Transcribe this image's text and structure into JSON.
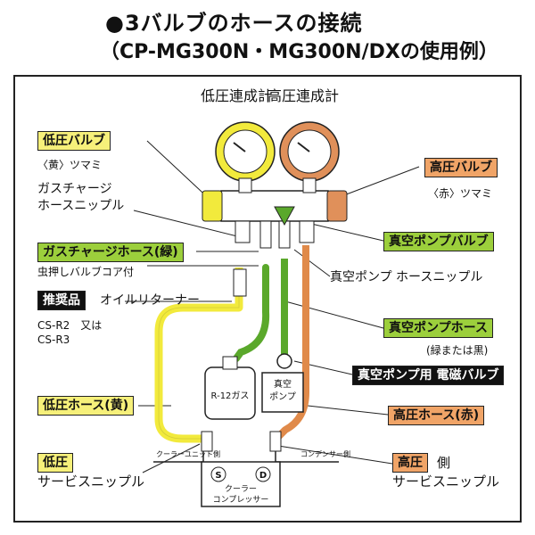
{
  "header": {
    "title": "●3バルブのホースの接続",
    "subtitle": "（CP-MG300N・MG300N/DXの使用例）"
  },
  "gauges": {
    "low": "低圧連成計",
    "high": "高圧連成計"
  },
  "labels": {
    "low_valve": "低圧バルブ",
    "low_knob": "〈黄〉ツマミ",
    "gas_nipple_1": "ガスチャージ",
    "gas_nipple_2": "ホースニップル",
    "gas_hose": "ガスチャージホース(緑)",
    "core_pusher": "虫押しバルブコア付",
    "recommended": "推奨品",
    "oil_returner": "オイルリターナー",
    "model_1": "CS-R2　又は",
    "model_2": "CS-R3",
    "low_hose": "低圧ホース(黄)",
    "low_svc_tag": "低圧",
    "low_svc": "サービスニップル",
    "high_valve": "高圧バルブ",
    "high_knob": "〈赤〉ツマミ",
    "vac_valve": "真空ポンプバルブ",
    "vac_nipple": "真空ポンプ ホースニップル",
    "vac_hose": "真空ポンプホース",
    "vac_hose_note": "(緑または黒)",
    "solenoid": "真空ポンプ用 電磁バルブ",
    "high_hose": "高圧ホース(赤)",
    "high_svc_tag": "高圧",
    "high_svc_side": "側",
    "high_svc": "サービスニップル",
    "cylinder": "R-12ガス",
    "pump_1": "真空",
    "pump_2": "ポンプ",
    "unit_side": "クーラーユニット側",
    "condenser_side": "コンデンサー側",
    "compressor_1": "クーラー",
    "compressor_2": "コンプレッサー",
    "port_s": "S",
    "port_d": "D"
  },
  "colors": {
    "yellow_hose": "#f2ea3c",
    "green_hose": "#5aa82b",
    "red_hose": "#e08a4a",
    "low_gauge": "#f2ea3c",
    "high_gauge": "#e0905a"
  }
}
